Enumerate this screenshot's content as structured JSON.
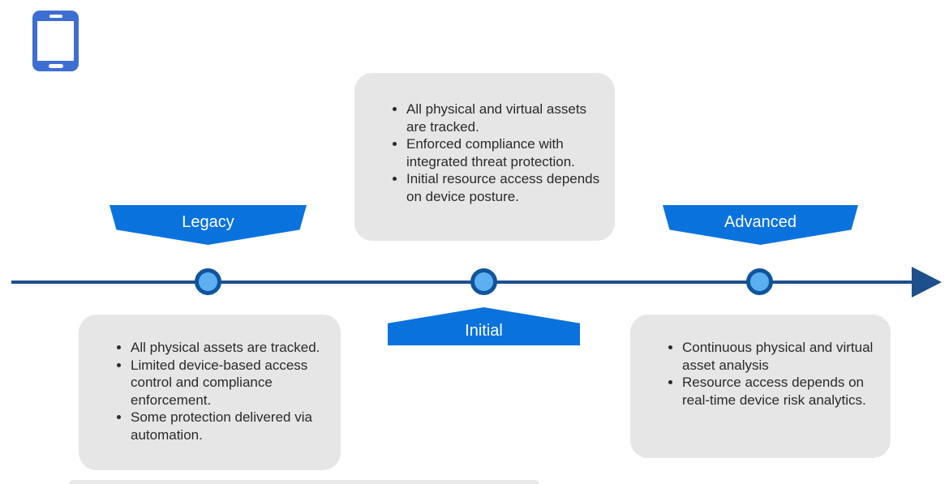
{
  "diagram": {
    "colors": {
      "banner_blue": "#0a72dd",
      "timeline_blue": "#1d4f8c",
      "node_fill": "#5cb0f2",
      "node_border": "#10549c",
      "card_gray": "#e6e6e6",
      "device_icon_blue": "#3d6fd2"
    },
    "stages": [
      {
        "label": "Legacy",
        "banner_position": "above-line",
        "bullets": [
          "All physical assets are tracked.",
          "Limited device-based access control and compliance enforcement.",
          "Some protection delivered via automation."
        ]
      },
      {
        "label": "Initial",
        "banner_position": "below-line",
        "bullets": [
          "All physical and virtual assets are tracked.",
          "Enforced compliance with integrated threat protection.",
          "Initial resource access depends on device posture."
        ]
      },
      {
        "label": "Advanced",
        "banner_position": "above-line",
        "bullets": [
          "Continuous physical and virtual asset analysis",
          "Resource access depends on real-time device risk analytics."
        ]
      }
    ]
  }
}
